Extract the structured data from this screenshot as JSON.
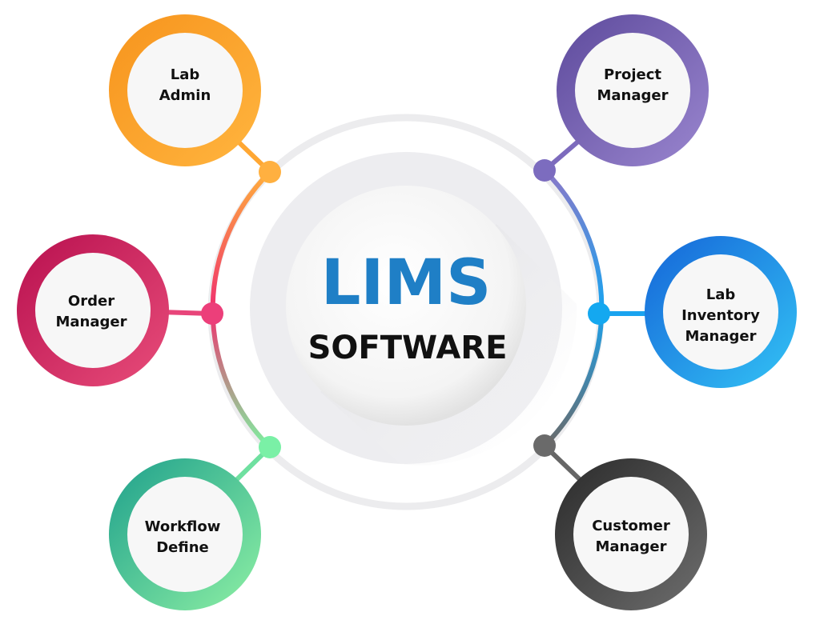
{
  "center": {
    "title": "LIMS",
    "subtitle": "SOFTWARE",
    "title_color": "#1f7fc6",
    "subtitle_color": "#111111"
  },
  "nodes": [
    {
      "id": "lab-admin",
      "lines": [
        "Lab",
        "Admin"
      ],
      "color_a": "#f7941d",
      "color_b": "#ffb53f"
    },
    {
      "id": "project-manager",
      "lines": [
        "Project",
        "Manager"
      ],
      "color_a": "#5d4a9c",
      "color_b": "#9a86cf"
    },
    {
      "id": "order-manager",
      "lines": [
        "Order",
        "Manager"
      ],
      "color_a": "#b8104f",
      "color_b": "#e84d7a"
    },
    {
      "id": "lab-inventory-manager",
      "lines": [
        "Lab",
        "Inventory",
        "Manager"
      ],
      "color_a": "#1565d8",
      "color_b": "#33c3f5"
    },
    {
      "id": "workflow-define",
      "lines": [
        "Workflow",
        "Define"
      ],
      "color_a": "#1ea08c",
      "color_b": "#8ef0a4"
    },
    {
      "id": "customer-manager",
      "lines": [
        "Customer",
        "Manager"
      ],
      "color_a": "#2a2a2a",
      "color_b": "#6e6e6e"
    }
  ]
}
